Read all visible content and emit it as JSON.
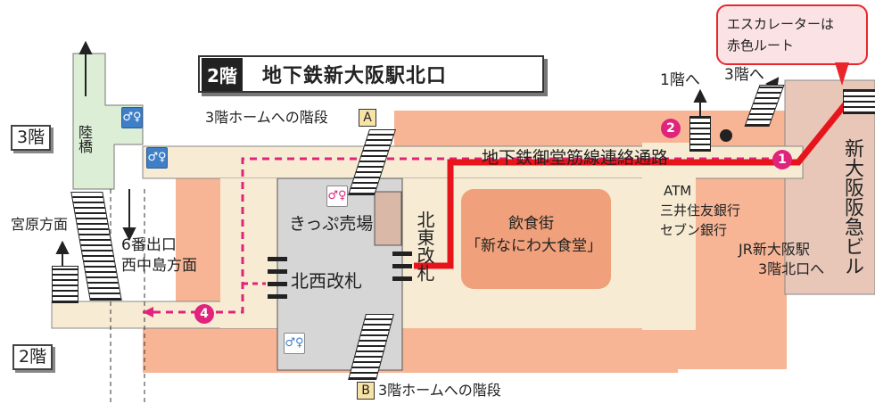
{
  "title": {
    "floor": "2階",
    "name": "地下鉄新大阪駅北口"
  },
  "callout": {
    "line1": "エスカレーターは",
    "line2": "赤色ルート"
  },
  "floor_labels": {
    "floor3": "3階",
    "floor2": "2階"
  },
  "places": {
    "bridge": "陸橋",
    "miyahara": "宮原方面",
    "exit6_line1": "6番出口",
    "exit6_line2": "西中島方面",
    "ticket_office": "きっぷ売場",
    "northwest_gate": "北西改札",
    "northeast_gate": "北東改札",
    "food_line1": "飲食街",
    "food_line2": "「新なにわ大食堂」",
    "passage": "地下鉄御堂筋線連絡通路",
    "atm_line1": "ATM",
    "atm_line2": "三井住友銀行",
    "atm_line3": "セブン銀行",
    "jr_line1": "JR新大阪駅",
    "jr_line2": "3階北口へ",
    "building": "新大阪阪急ビル",
    "to_1f": "1階へ",
    "to_3f": "3階へ",
    "stairs_a": "3階ホームへの階段",
    "stairs_b": "3階ホームへの階段"
  },
  "badges": {
    "a": "A",
    "b": "B"
  },
  "route_numbers": {
    "n1": "1",
    "n2": "2",
    "n4": "4"
  },
  "colors": {
    "escalator_route": "#e8141c",
    "dashed_route": "#e0237b",
    "concourse": "#f7ecd3",
    "zone": "#f7b596",
    "food": "#f0a07a",
    "bridge": "#dceed6"
  }
}
